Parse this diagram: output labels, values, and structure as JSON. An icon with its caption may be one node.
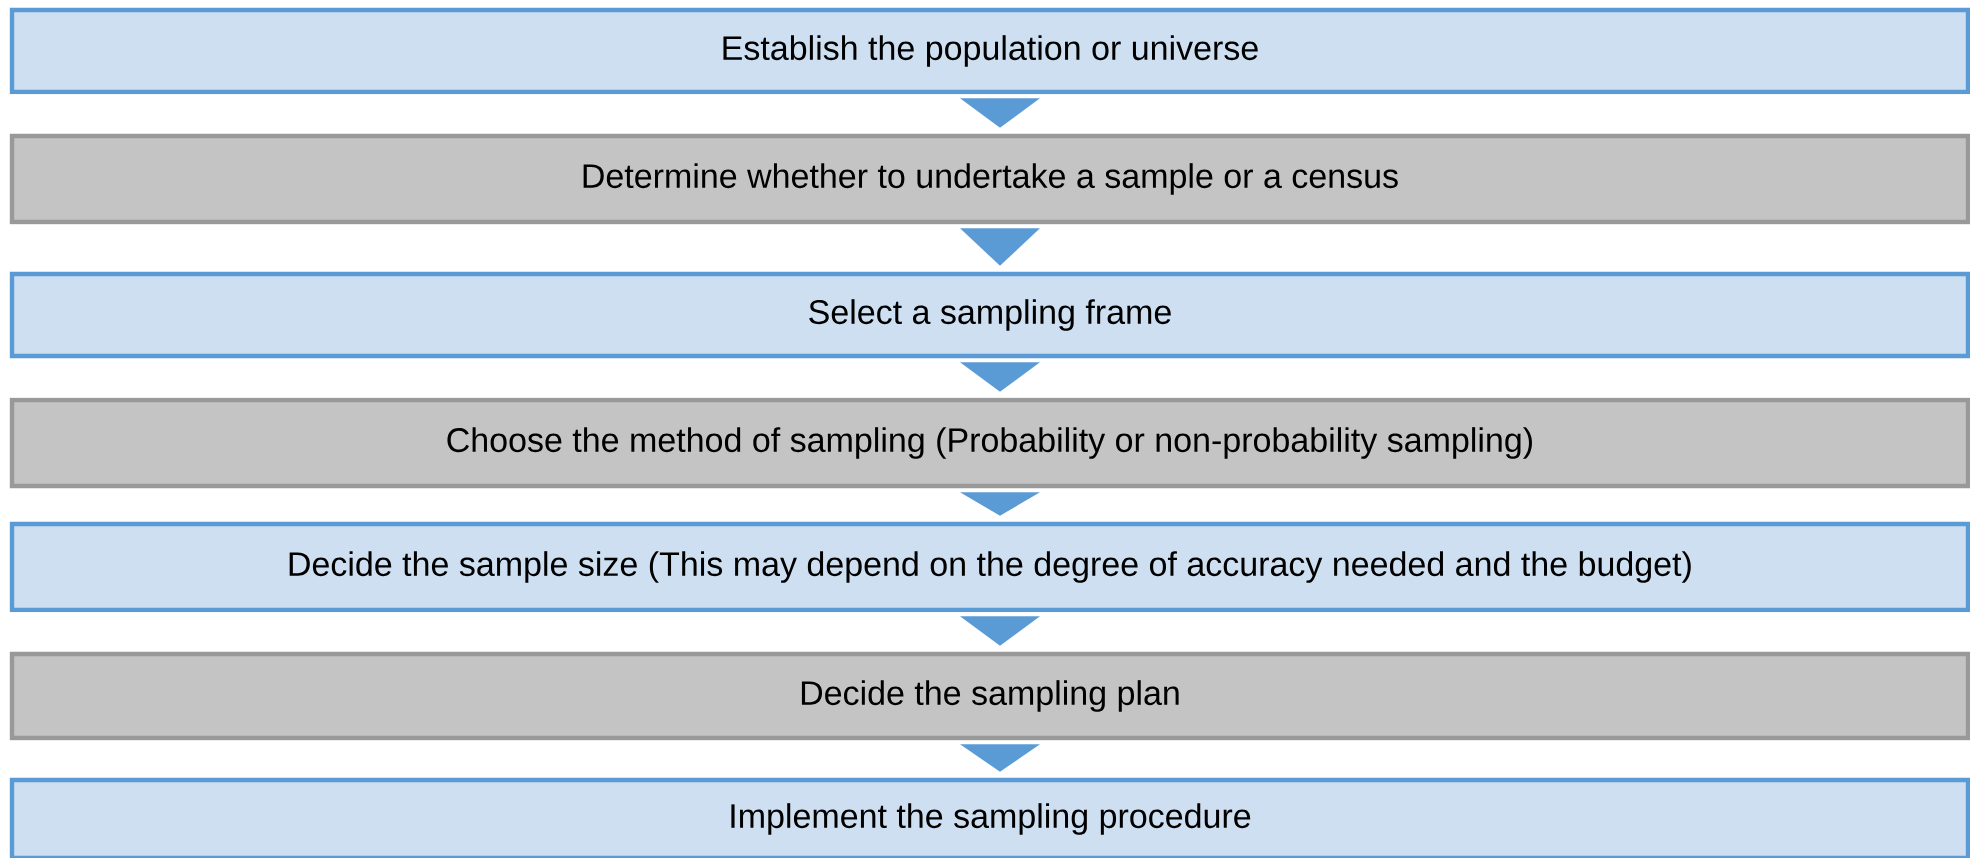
{
  "diagram": {
    "nodes": [
      {
        "text": [
          "Establish the population or universe"
        ]
      },
      {
        "text": [
          "Determine whether to undertake a sample or a census"
        ]
      },
      {
        "text": [
          "Select a sampling frame"
        ]
      },
      {
        "text": [
          "Choose the method of sampling  (Probability or non-probability sampling)"
        ]
      },
      {
        "text": [
          "Decide the sample size (This may depend on the degree of accuracy needed and the budget)"
        ]
      },
      {
        "text": [
          "Decide the sampling plan"
        ]
      },
      {
        "text": [
          "Implement the sampling procedure"
        ]
      }
    ],
    "edges": [
      {
        "from": 0,
        "to": 1,
        "arrow": "to"
      },
      {
        "from": 1,
        "to": 2,
        "arrow": "to"
      },
      {
        "from": 2,
        "to": 3,
        "arrow": "to"
      },
      {
        "from": 3,
        "to": 4,
        "arrow": "to"
      },
      {
        "from": 4,
        "to": 5,
        "arrow": "to"
      },
      {
        "from": 5,
        "to": 6,
        "arrow": "to"
      }
    ]
  }
}
